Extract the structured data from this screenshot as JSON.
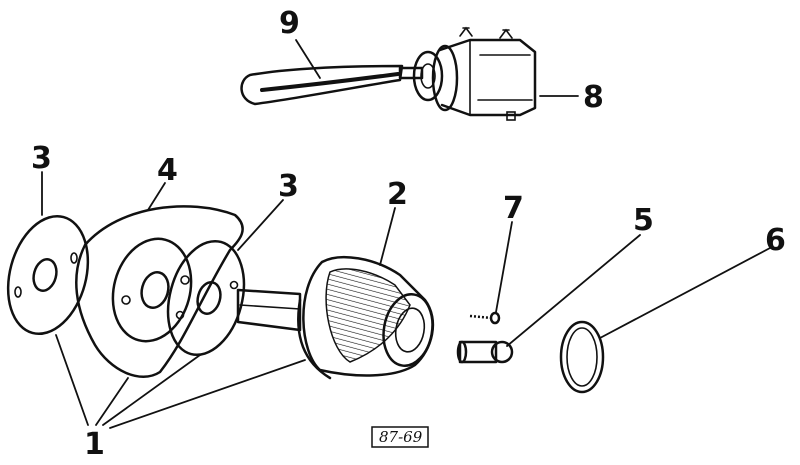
{
  "diagram": {
    "callouts": [
      {
        "id": "c1",
        "text": "1"
      },
      {
        "id": "c2",
        "text": "2"
      },
      {
        "id": "c3a",
        "text": "3"
      },
      {
        "id": "c3b",
        "text": "3"
      },
      {
        "id": "c4",
        "text": "4"
      },
      {
        "id": "c5",
        "text": "5"
      },
      {
        "id": "c6",
        "text": "6"
      },
      {
        "id": "c7",
        "text": "7"
      },
      {
        "id": "c8",
        "text": "8"
      },
      {
        "id": "c9",
        "text": "9"
      }
    ],
    "reference_code": "87-69"
  },
  "colors": {
    "ink": "#111111",
    "paper": "#ffffff"
  }
}
